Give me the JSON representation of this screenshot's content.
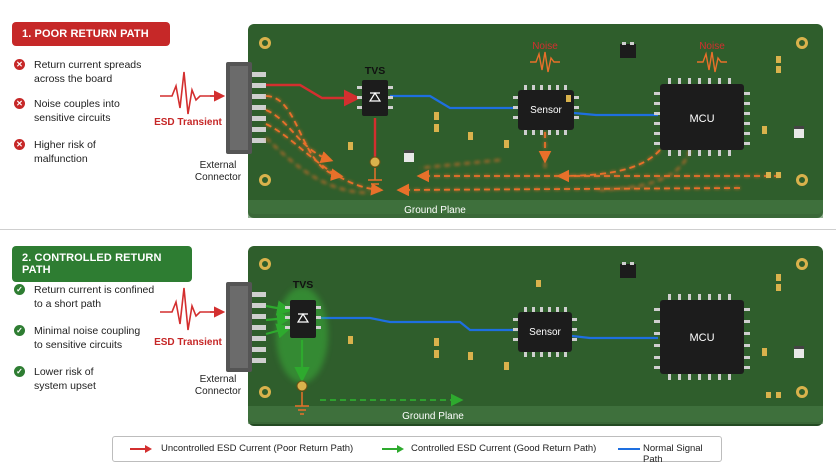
{
  "panel1": {
    "title": "1. POOR RETURN PATH",
    "title_color": "#c62828",
    "bullet_icon": "x-circle-icon",
    "bullets": [
      {
        "line1": "Return current spreads",
        "line2": "across the board"
      },
      {
        "line1": "Noise couples into",
        "line2": "sensitive circuits"
      },
      {
        "line1": "Higher risk of",
        "line2": "malfunction"
      }
    ],
    "esd_label": "ESD Transient",
    "connector_label": [
      "External",
      "Connector"
    ],
    "tvs_label": "TVS",
    "sensor_label": "Sensor",
    "mcu_label": "MCU",
    "noise_label": "Noise",
    "ground_label": "Ground Plane"
  },
  "panel2": {
    "title": "2. CONTROLLED RETURN PATH",
    "title_color": "#2e7d32",
    "bullet_icon": "check-circle-icon",
    "bullets": [
      {
        "line1": "Return current is confined",
        "line2": "to a short path"
      },
      {
        "line1": "Minimal noise coupling",
        "line2": "to sensitive circuits"
      },
      {
        "line1": "Lower risk of",
        "line2": "system upset"
      }
    ],
    "esd_label": "ESD Transient",
    "connector_label": [
      "External",
      "Connector"
    ],
    "tvs_label": "TVS",
    "sensor_label": "Sensor",
    "mcu_label": "MCU",
    "ground_label": "Ground Plane"
  },
  "legend": [
    {
      "label": "Uncontrolled ESD Current (Poor Return Path)",
      "color": "#d32f2f"
    },
    {
      "label": "Controlled ESD Current (Good Return Path)",
      "color": "#2eaa2e"
    },
    {
      "label": "Normal Signal Path",
      "color": "#1e6fe0"
    }
  ],
  "colors": {
    "pcb": "#2f5e2c",
    "pcb_dark": "#234a22",
    "esd_red": "#d32f2f",
    "esd_orange": "#e8702a",
    "esd_green": "#2eaa2e",
    "signal_blue": "#1e6fe0"
  }
}
